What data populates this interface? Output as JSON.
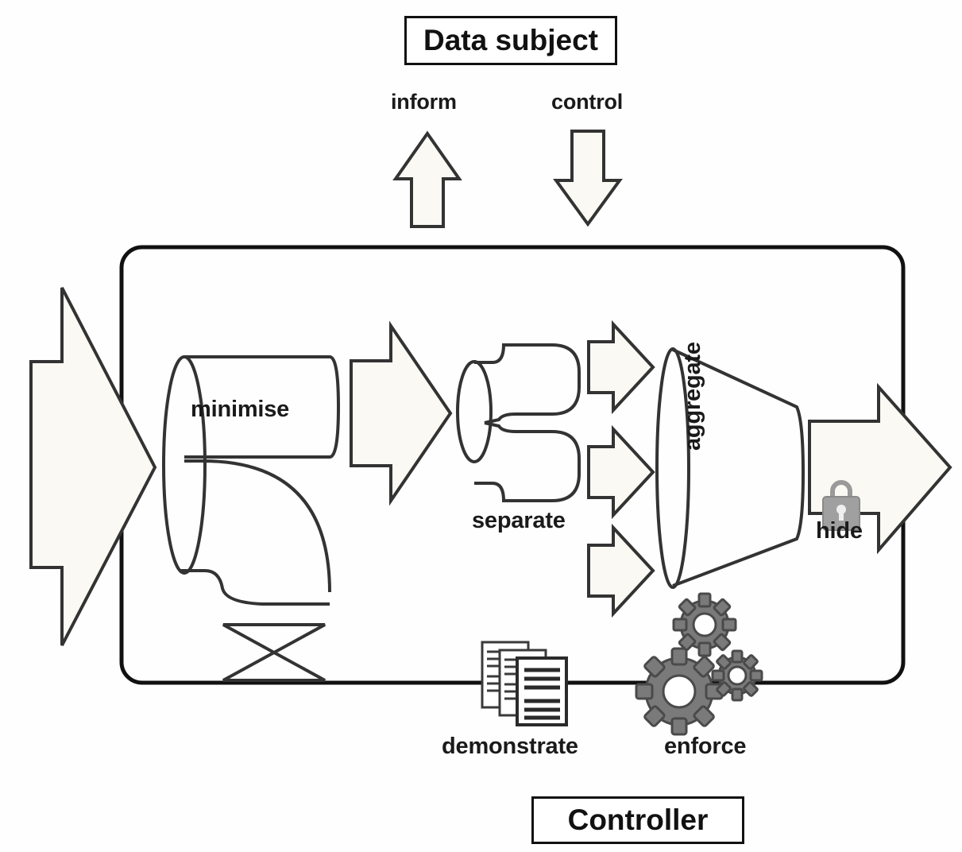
{
  "diagram": {
    "title_top": "Data subject",
    "title_bottom": "Controller",
    "flow_labels": {
      "inform": "inform",
      "control": "control"
    },
    "stages": [
      {
        "id": "minimise",
        "label": "minimise",
        "icon": "pipe-cylinder-icon"
      },
      {
        "id": "separate",
        "label": "separate",
        "icon": "splitting-pipe-icon"
      },
      {
        "id": "aggregate",
        "label": "aggregate",
        "icon": "funnel-cone-icon"
      },
      {
        "id": "hide",
        "label": "hide",
        "icon": "padlock-icon"
      },
      {
        "id": "demonstrate",
        "label": "demonstrate",
        "icon": "documents-stack-icon"
      },
      {
        "id": "enforce",
        "label": "enforce",
        "icon": "gears-icon"
      }
    ],
    "colors": {
      "stroke": "#333333",
      "stroke_dark": "#111111",
      "arrow_fill": "#faf9f3",
      "gear_fill": "#7a7a7a",
      "lock_fill": "#9a9a9a",
      "page_bg": "#ffffff",
      "text": "#1a1a1a"
    },
    "arrows": {
      "inform_direction": "up",
      "control_direction": "down",
      "input_direction": "right",
      "output_direction": "right",
      "branch_count": 3
    }
  }
}
